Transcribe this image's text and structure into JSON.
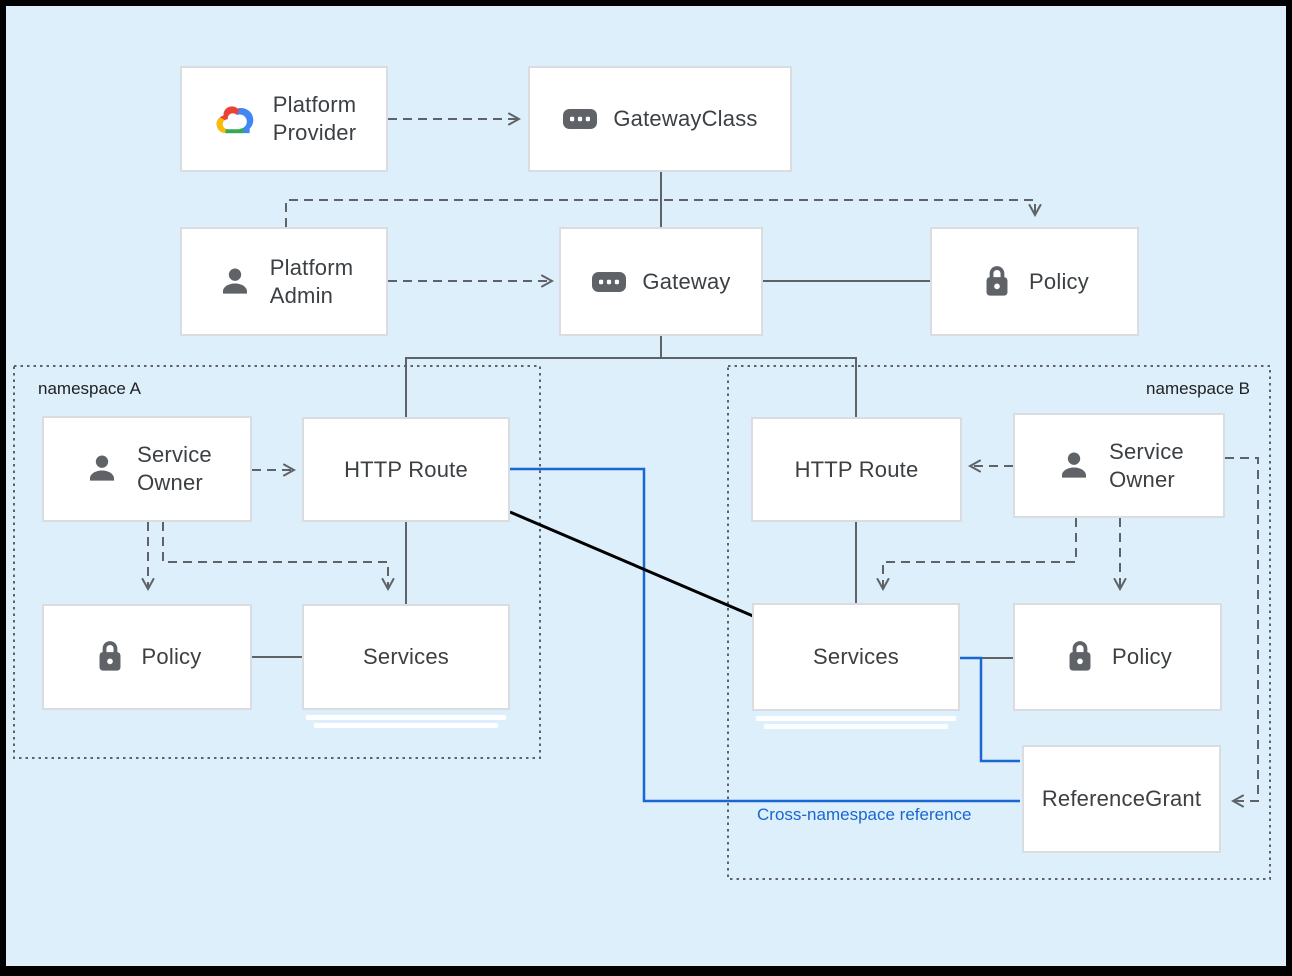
{
  "colors": {
    "background": "#DCEFFA",
    "frame": "#000000",
    "box_fill": "#FFFFFF",
    "box_border": "#DADCE0",
    "text": "#3C4043",
    "icon_gray": "#5F6368",
    "connector_gray": "#5F6368",
    "accent_blue": "#1967D2",
    "line_black": "#000000",
    "google_red": "#EA4335",
    "google_blue": "#4285F4",
    "google_yellow": "#FBBC04",
    "google_green": "#34A853"
  },
  "namespaces": {
    "a": {
      "label": "namespace A"
    },
    "b": {
      "label": "namespace B"
    }
  },
  "nodes": {
    "platform_provider": {
      "lines": [
        "Platform",
        "Provider"
      ],
      "icon": "google-cloud-icon"
    },
    "gateway_class": {
      "label": "GatewayClass",
      "icon": "api-resource-icon"
    },
    "platform_admin": {
      "lines": [
        "Platform",
        "Admin"
      ],
      "icon": "person-icon"
    },
    "gateway": {
      "label": "Gateway",
      "icon": "api-resource-icon"
    },
    "policy_top": {
      "label": "Policy",
      "icon": "lock-icon"
    },
    "service_owner_a": {
      "lines": [
        "Service",
        "Owner"
      ],
      "icon": "person-icon"
    },
    "http_route_a": {
      "label": "HTTP Route"
    },
    "policy_a": {
      "label": "Policy",
      "icon": "lock-icon"
    },
    "services_a": {
      "label": "Services"
    },
    "http_route_b": {
      "label": "HTTP Route"
    },
    "service_owner_b": {
      "lines": [
        "Service",
        "Owner"
      ],
      "icon": "person-icon"
    },
    "services_b": {
      "label": "Services"
    },
    "policy_b": {
      "label": "Policy",
      "icon": "lock-icon"
    },
    "reference_grant": {
      "label": "ReferenceGrant"
    }
  },
  "annotations": {
    "cross_namespace": "Cross-namespace reference"
  }
}
